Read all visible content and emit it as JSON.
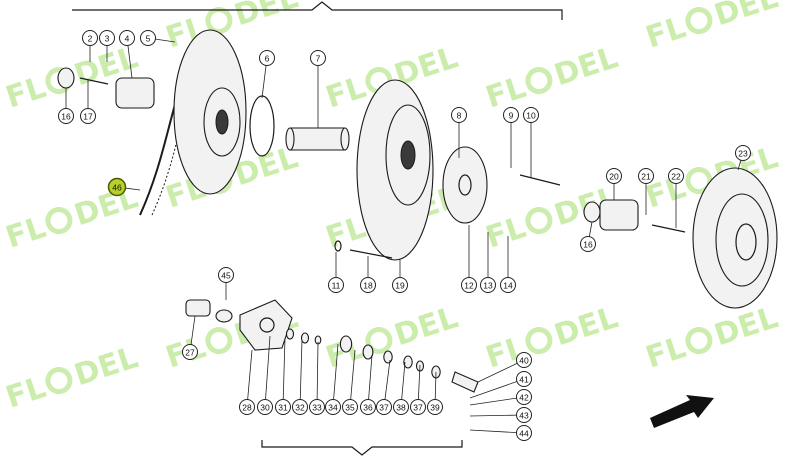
{
  "watermark": {
    "text_left": "FL",
    "text_right": "DEL",
    "color": "#8ed84a"
  },
  "highlight_color": "#b9cf2a",
  "callouts": [
    {
      "id": "c2",
      "label": "2"
    },
    {
      "id": "c3",
      "label": "3"
    },
    {
      "id": "c4",
      "label": "4"
    },
    {
      "id": "c5",
      "label": "5"
    },
    {
      "id": "c6",
      "label": "6"
    },
    {
      "id": "c7",
      "label": "7"
    },
    {
      "id": "c8",
      "label": "8"
    },
    {
      "id": "c9",
      "label": "9"
    },
    {
      "id": "c10",
      "label": "10"
    },
    {
      "id": "c11",
      "label": "11"
    },
    {
      "id": "c12",
      "label": "12"
    },
    {
      "id": "c13",
      "label": "13"
    },
    {
      "id": "c14",
      "label": "14"
    },
    {
      "id": "c16a",
      "label": "16"
    },
    {
      "id": "c16b",
      "label": "16"
    },
    {
      "id": "c17",
      "label": "17"
    },
    {
      "id": "c18",
      "label": "18"
    },
    {
      "id": "c19",
      "label": "19"
    },
    {
      "id": "c20",
      "label": "20"
    },
    {
      "id": "c21",
      "label": "21"
    },
    {
      "id": "c22",
      "label": "22"
    },
    {
      "id": "c23",
      "label": "23"
    },
    {
      "id": "c27",
      "label": "27"
    },
    {
      "id": "c28",
      "label": "28"
    },
    {
      "id": "c30",
      "label": "30"
    },
    {
      "id": "c31",
      "label": "31"
    },
    {
      "id": "c32",
      "label": "32"
    },
    {
      "id": "c33",
      "label": "33"
    },
    {
      "id": "c34",
      "label": "34"
    },
    {
      "id": "c35",
      "label": "35"
    },
    {
      "id": "c36",
      "label": "36"
    },
    {
      "id": "c37a",
      "label": "37"
    },
    {
      "id": "c37b",
      "label": "37"
    },
    {
      "id": "c38",
      "label": "38"
    },
    {
      "id": "c39",
      "label": "39"
    },
    {
      "id": "c40",
      "label": "40"
    },
    {
      "id": "c41",
      "label": "41"
    },
    {
      "id": "c42",
      "label": "42"
    },
    {
      "id": "c43",
      "label": "43"
    },
    {
      "id": "c44",
      "label": "44"
    },
    {
      "id": "c45",
      "label": "45"
    },
    {
      "id": "c46",
      "label": "46",
      "highlighted": true
    }
  ]
}
